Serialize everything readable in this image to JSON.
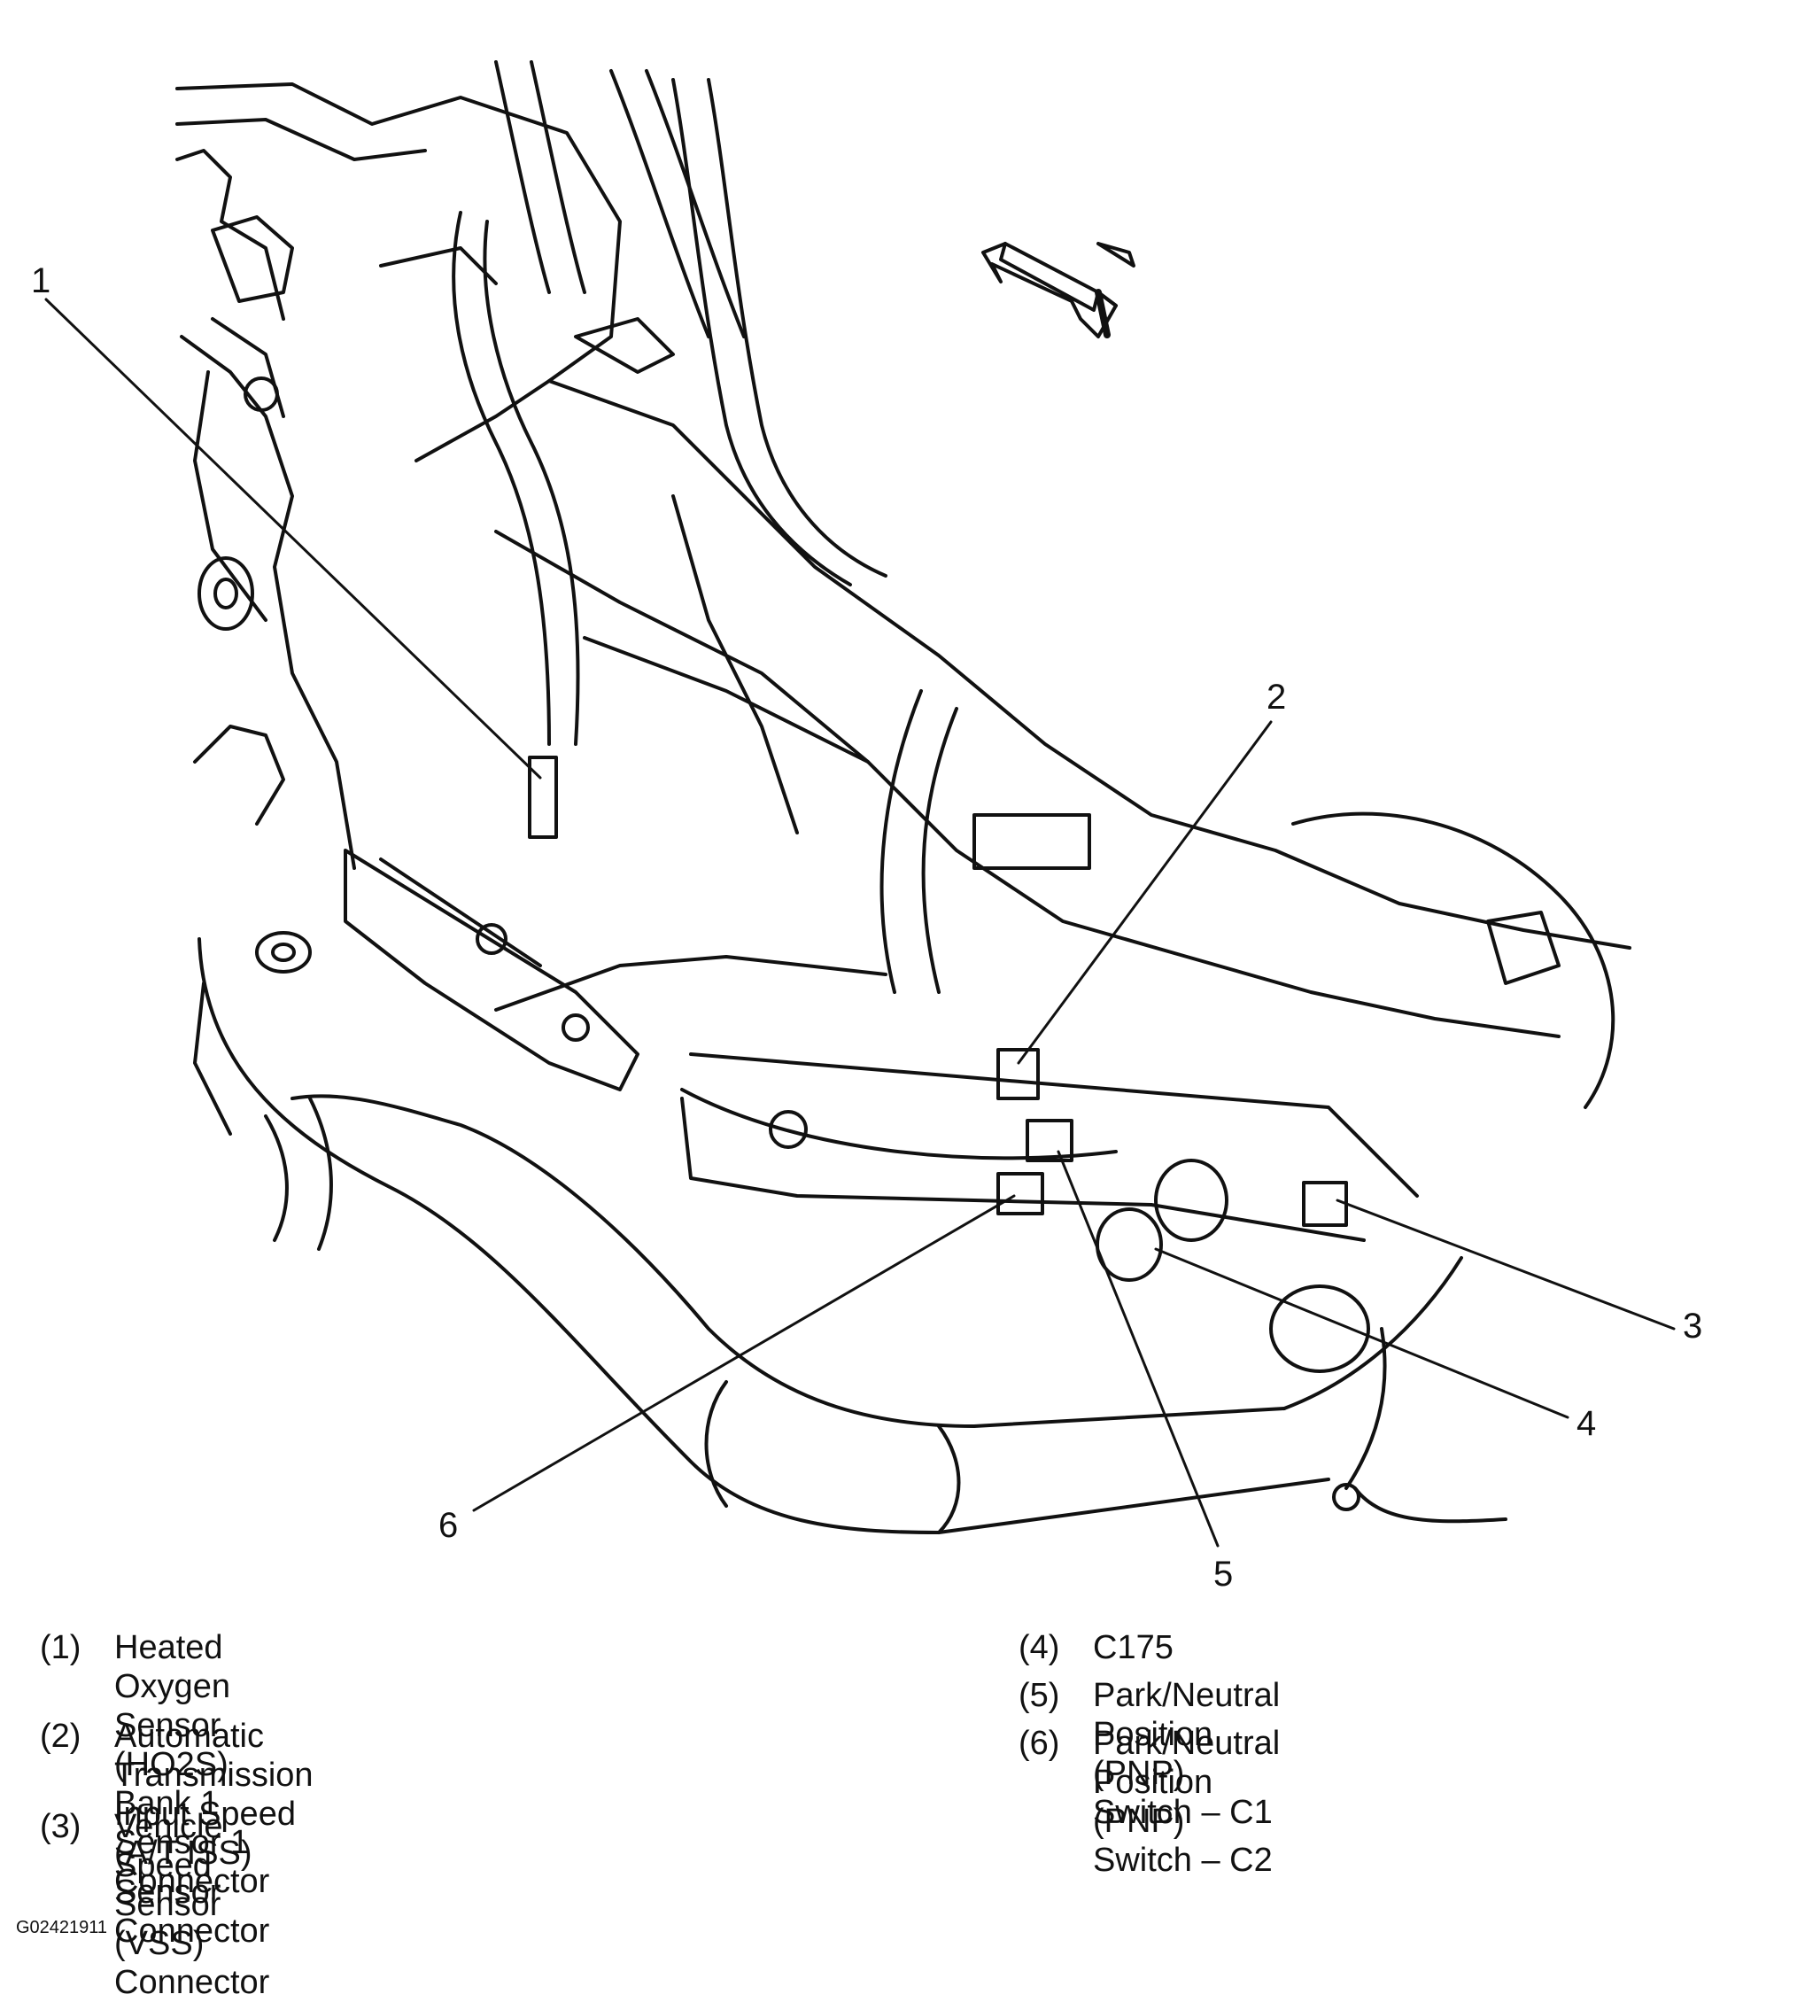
{
  "callouts": [
    "1",
    "2",
    "3",
    "4",
    "5",
    "6"
  ],
  "legend": {
    "items": [
      {
        "num": "(1)",
        "text": "Heated Oxygen Sensor (HO2S) Bank 1\nSensor 1 Connector"
      },
      {
        "num": "(2)",
        "text": "Automatic Transmission Input Speed\n(A/T ISS) Sensor Connector"
      },
      {
        "num": "(3)",
        "text": "Vehicle Speed Sensor (VSS) Connector"
      },
      {
        "num": "(4)",
        "text": "C175"
      },
      {
        "num": "(5)",
        "text": "Park/Neutral Position (PNP) Switch – C1"
      },
      {
        "num": "(6)",
        "text": "Park/Neutral Position (PNP) Switch – C2"
      }
    ]
  },
  "figure_id": "G02421911",
  "colors": {
    "ink": "#111111",
    "paper": "#ffffff"
  }
}
